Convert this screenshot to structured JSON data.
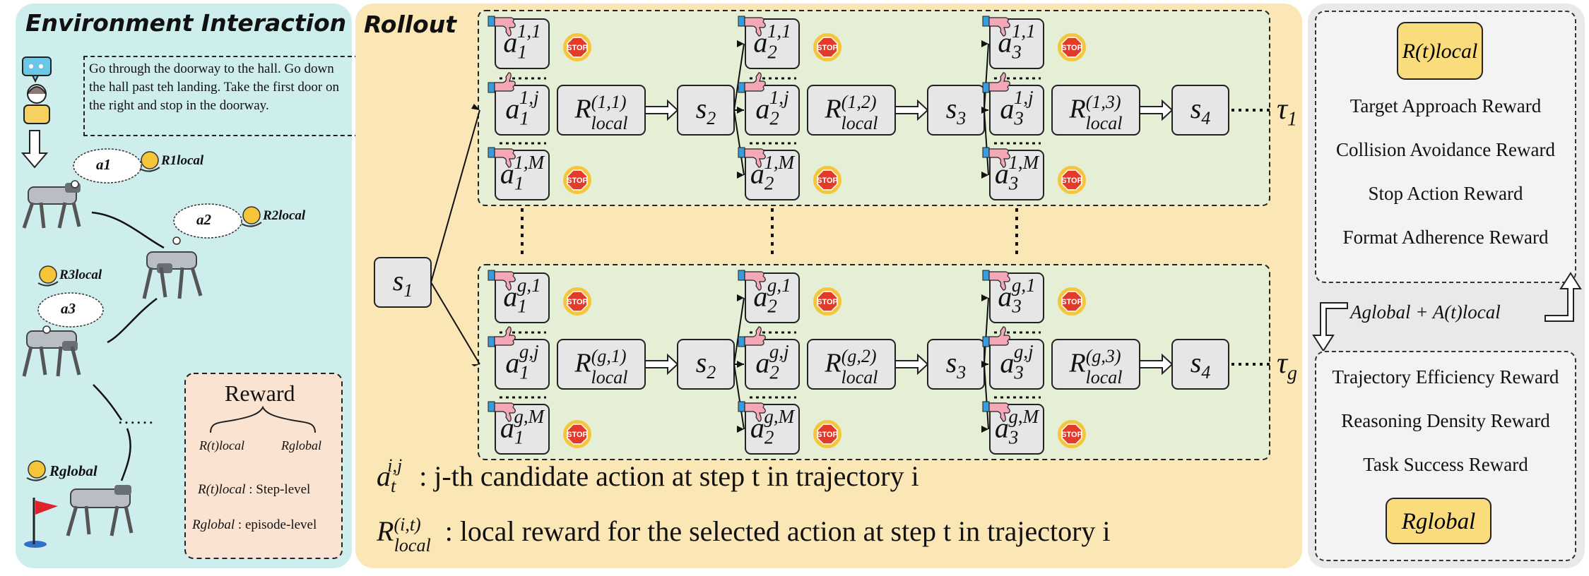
{
  "env_panel": {
    "title": "Environment Interaction",
    "instruction": "Go through the doorway to the hall.  Go down the hall past teh landing.  Take the first door on the right and stop in the doorway.",
    "thought_labels": [
      "a1",
      "a2",
      "a3"
    ],
    "step_reward_labels": [
      "R1local",
      "R2local",
      "R3local"
    ],
    "global_reward_label": "Rglobal",
    "ellipsis": "……",
    "reward_box": {
      "title": "Reward",
      "left_term": "R(t)local",
      "right_term": "Rglobal",
      "line1_suffix": " : Step-level",
      "line2_suffix": " : episode-level"
    }
  },
  "rollout_panel": {
    "title": "Rollout",
    "start_state": "s1",
    "stop_label": "STOP",
    "trajectory_1": {
      "label_sub": "1",
      "superscript_prefix": "1",
      "local_rewards": [
        "(1,1)",
        "(1,2)",
        "(1,3)"
      ]
    },
    "trajectory_g": {
      "label_sub": "g",
      "superscript_prefix": "g",
      "local_rewards": [
        "(g,1)",
        "(g,2)",
        "(g,3)"
      ]
    },
    "legend": {
      "action_desc": ": j-th candidate action at step t in trajectory i",
      "reward_desc": ": local reward for the selected action at step t in trajectory i"
    }
  },
  "rewards_panel": {
    "local_header": "R(t)local",
    "local_items": [
      "Target Approach Reward",
      "Collision Avoidance Reward",
      "Stop Action Reward",
      "Format Adherence Reward"
    ],
    "advantage": "Aglobal + A(t)local",
    "global_items": [
      "Trajectory Efficiency Reward",
      "Reasoning Density Reward",
      "Task Success Reward"
    ],
    "global_header": "Rglobal"
  }
}
